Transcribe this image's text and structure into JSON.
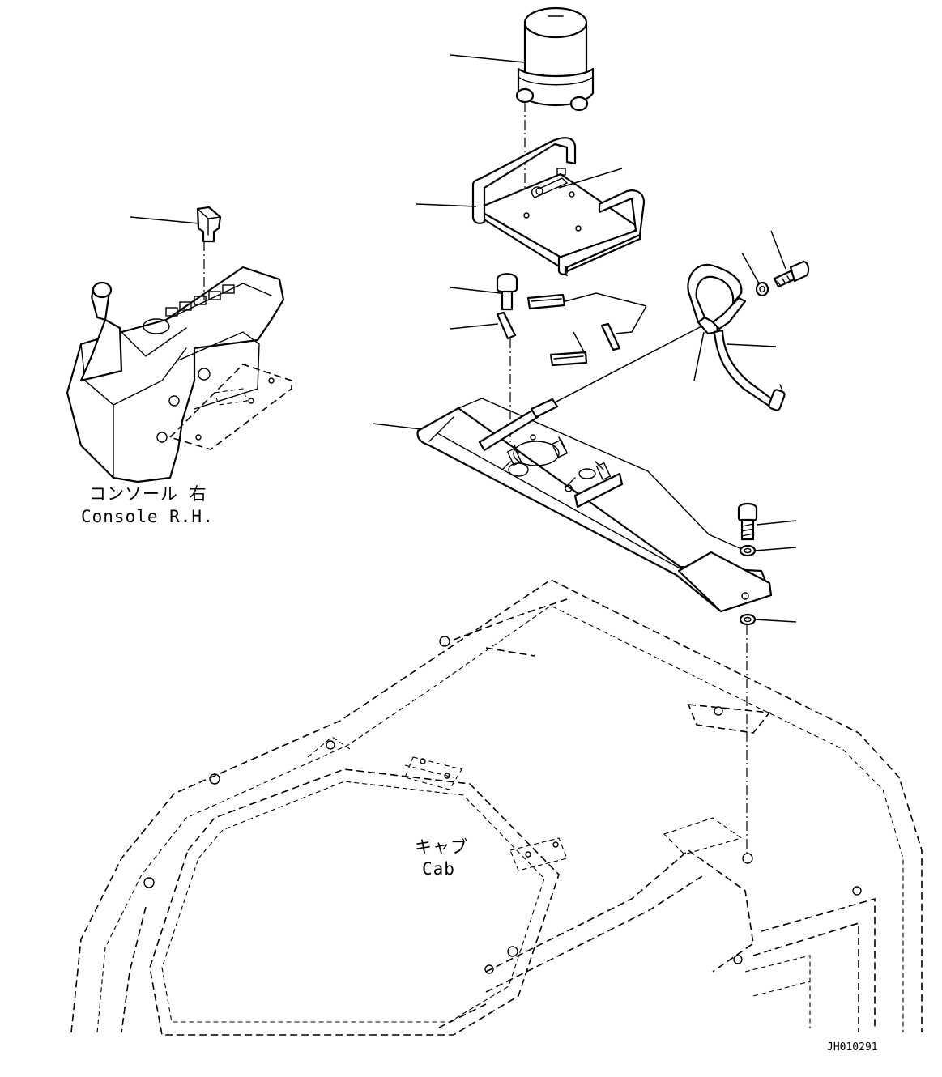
{
  "labels": {
    "console_jp": "コンソール 右",
    "console_en": "Console R.H.",
    "cab_jp": "キャブ",
    "cab_en": "Cab",
    "drawing_code": "JH010291"
  }
}
